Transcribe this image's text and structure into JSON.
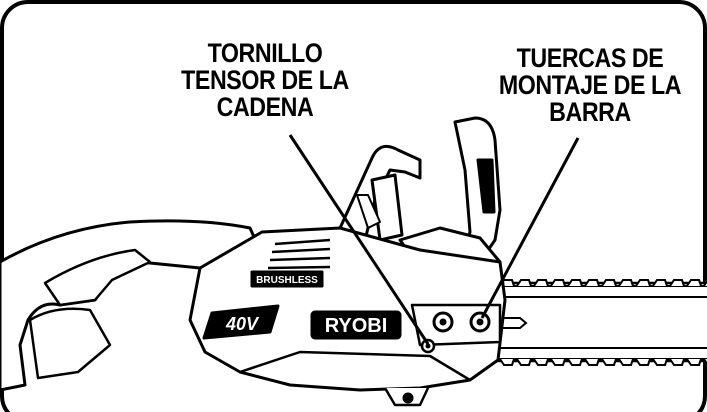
{
  "callouts": {
    "left": {
      "lines": [
        "TORNILLO",
        "TENSOR DE LA",
        "CADENA"
      ]
    },
    "right": {
      "lines": [
        "TUERCAS DE",
        "MONTAJE DE LA",
        "BARRA"
      ]
    }
  },
  "device": {
    "brand": "RYOBI",
    "voltage_badge": "40V",
    "motor_badge": "BRUSHLESS"
  },
  "colors": {
    "ink": "#000000",
    "background": "#ffffff",
    "frame": "#000000"
  }
}
